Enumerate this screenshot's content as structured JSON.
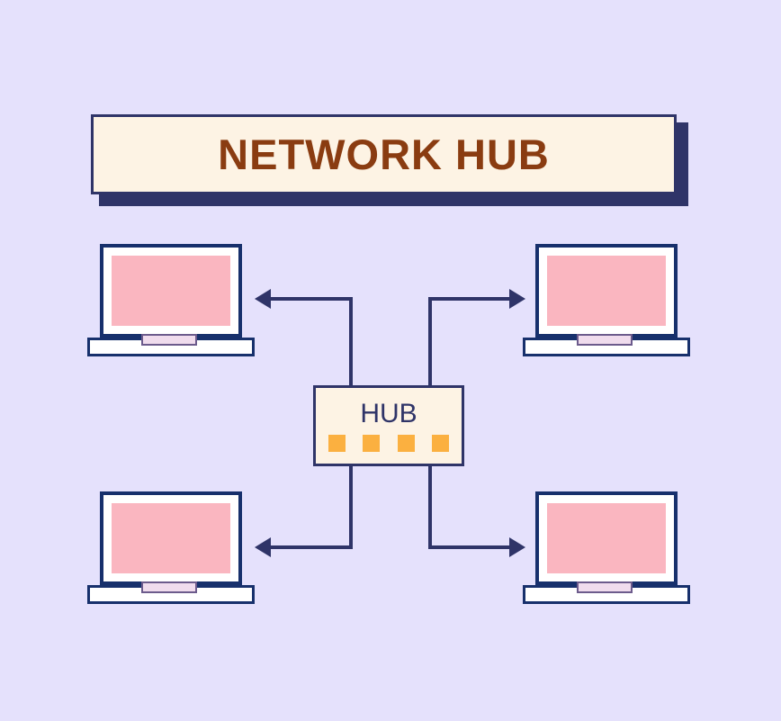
{
  "diagram": {
    "title": "NETWORK HUB",
    "background_color": "#e5e1fc",
    "accent_navy": "#2f3468",
    "accent_brown": "#8a3c11",
    "cream": "#fdf3e4",
    "screen_pink": "#fab6c0",
    "led_orange": "#fbb040",
    "device_navy": "#17306c"
  },
  "hub": {
    "label": "HUB",
    "leds": [
      {
        "name": "led-1",
        "color": "#fbb040"
      },
      {
        "name": "led-2",
        "color": "#fbb040"
      },
      {
        "name": "led-3",
        "color": "#fbb040"
      },
      {
        "name": "led-4",
        "color": "#fbb040"
      }
    ]
  },
  "nodes": [
    {
      "id": "laptop-top-left",
      "label": "",
      "position": "top-left"
    },
    {
      "id": "laptop-top-right",
      "label": "",
      "position": "top-right"
    },
    {
      "id": "laptop-bottom-left",
      "label": "",
      "position": "bottom-left"
    },
    {
      "id": "laptop-bottom-right",
      "label": "",
      "position": "bottom-right"
    }
  ],
  "connections": [
    {
      "from": "hub",
      "to": "laptop-top-left",
      "direction": "left"
    },
    {
      "from": "hub",
      "to": "laptop-top-right",
      "direction": "right"
    },
    {
      "from": "hub",
      "to": "laptop-bottom-left",
      "direction": "left"
    },
    {
      "from": "hub",
      "to": "laptop-bottom-right",
      "direction": "right"
    }
  ]
}
